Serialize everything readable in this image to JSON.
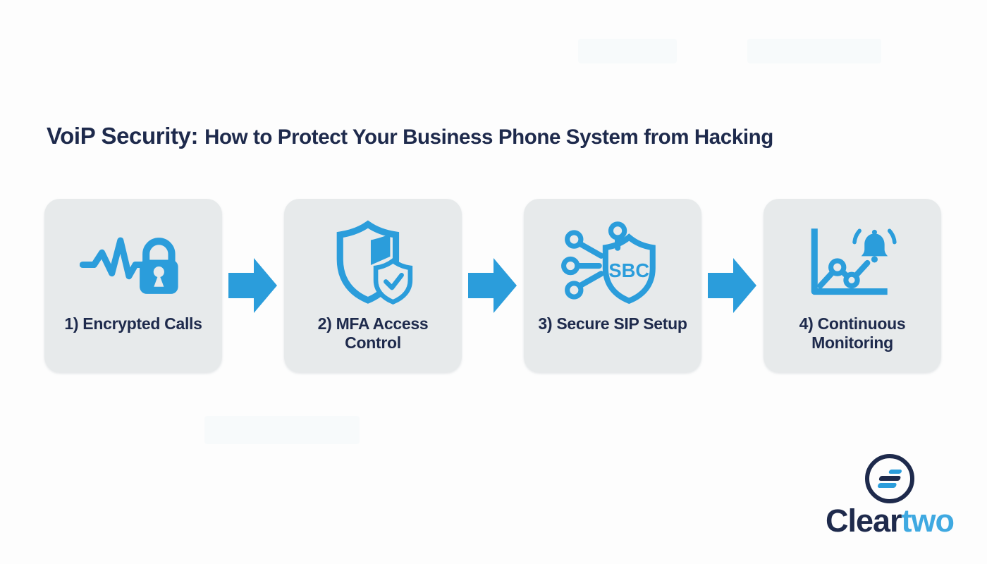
{
  "title": {
    "prefix": "VoiP Security:",
    "rest": "How to Protect Your Business Phone System from Hacking"
  },
  "steps": [
    {
      "label": "1) Encrypted Calls",
      "icon": "waveform-lock-icon"
    },
    {
      "label": "2) MFA Access Control",
      "icon": "shield-check-icon"
    },
    {
      "label": "3) Secure SIP Setup",
      "icon": "network-sbc-shield-icon",
      "shield_text": "SBC"
    },
    {
      "label": "4) Continuous Monitoring",
      "icon": "chart-alert-bell-icon"
    }
  ],
  "brand": {
    "primary": "Clear",
    "secondary": "two"
  },
  "colors": {
    "accent_blue": "#2b9ddb",
    "navy": "#1e2a4c",
    "light_blue": "#3fa9e1",
    "card_bg": "#e7eaeb",
    "page_bg": "#fdfdfd"
  }
}
